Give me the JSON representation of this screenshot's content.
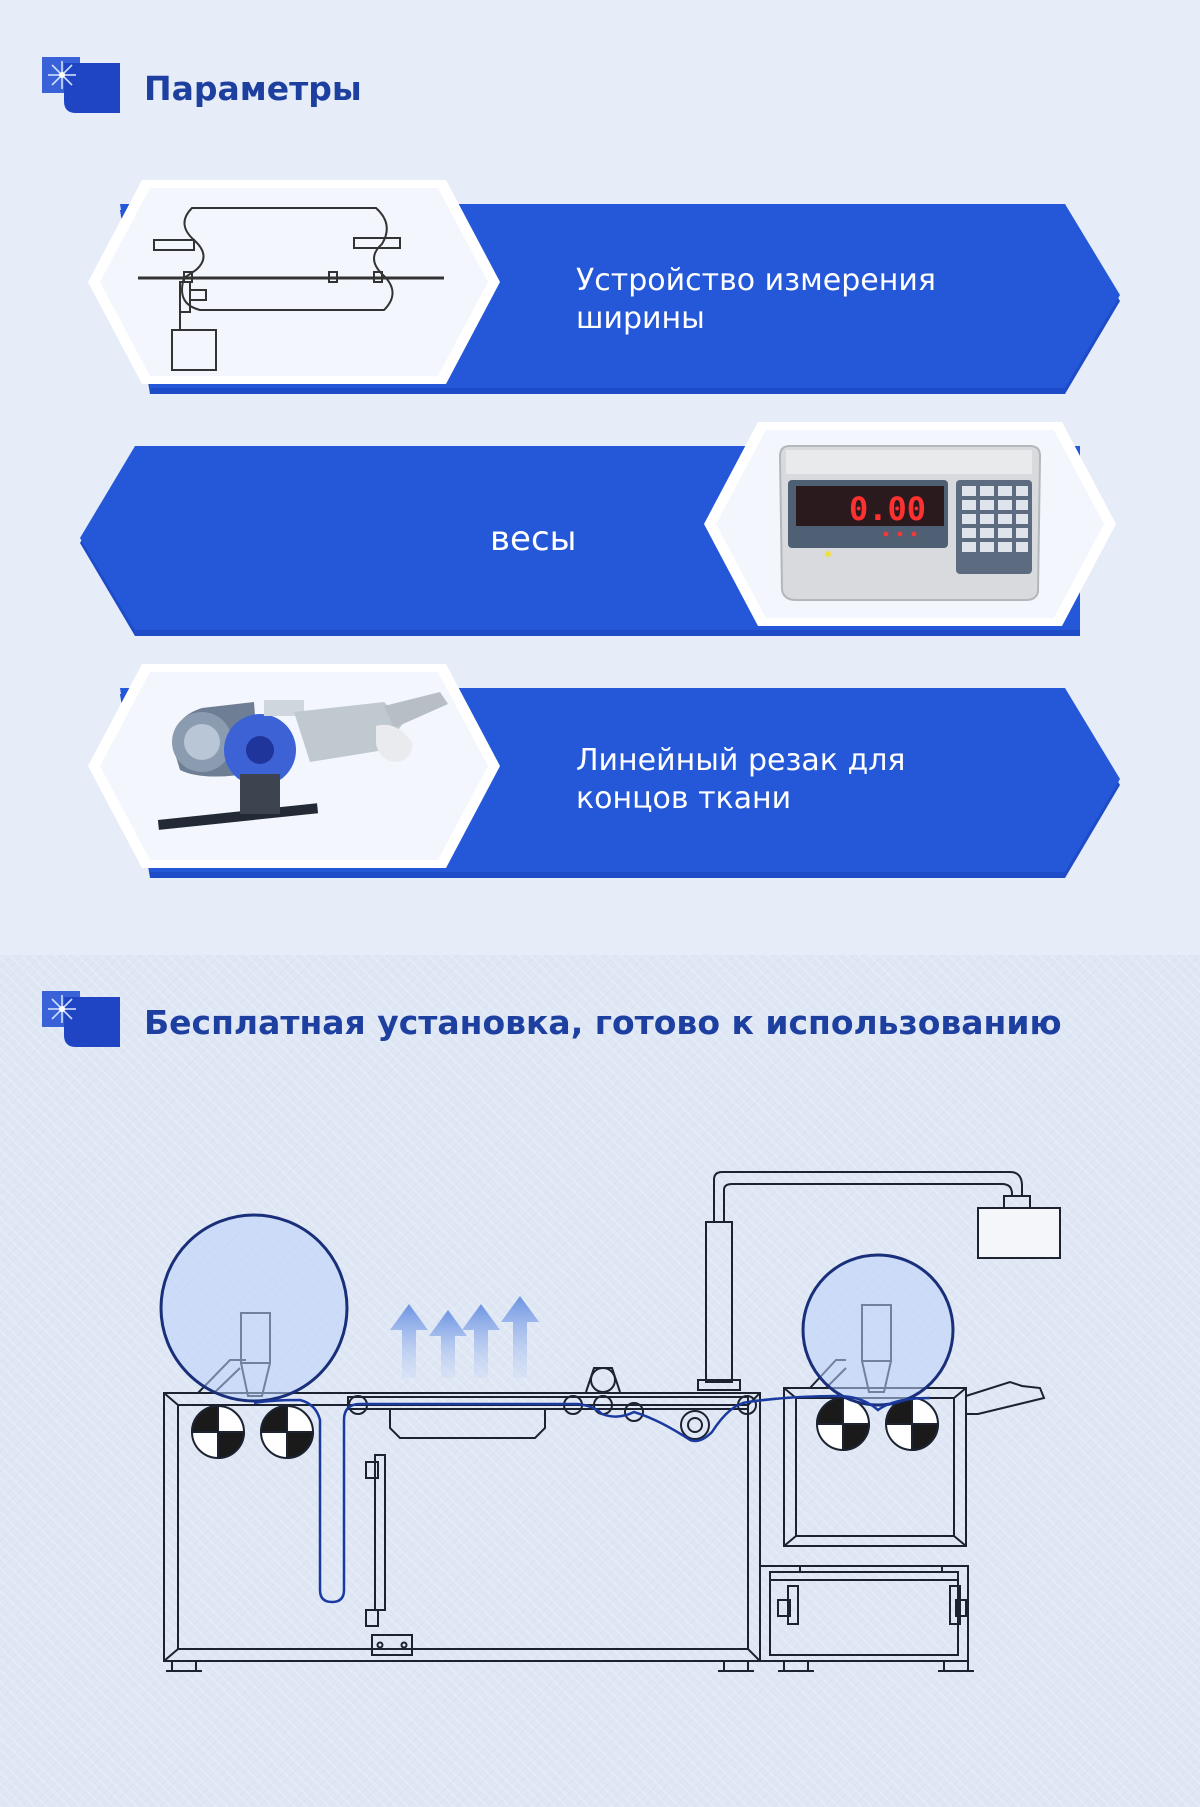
{
  "headings": {
    "params": "Параметры",
    "install": "Бесплатная установка, готово к использованию"
  },
  "items": [
    {
      "label_line1": "Устройство измерения",
      "label_line2": "ширины",
      "icon": "width-measuring-device-icon"
    },
    {
      "label_line1": "весы",
      "label_line2": "",
      "icon": "scale-display-icon"
    },
    {
      "label_line1": "Линейный резак для",
      "label_line2": "концов ткани",
      "icon": "linear-cutter-icon"
    }
  ],
  "scale_display": {
    "reading": "0.00"
  },
  "colors": {
    "accent": "#2156d6",
    "heading": "#1d3fa0",
    "band": "#2257d7",
    "line": "#1a2f7a"
  }
}
